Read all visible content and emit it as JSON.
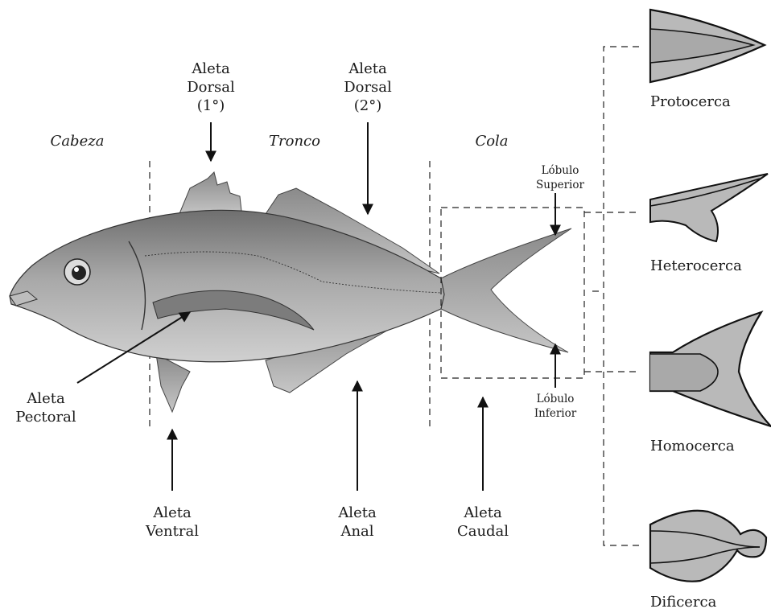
{
  "sections": {
    "head": "Cabeza",
    "trunk": "Tronco",
    "tail": "Cola"
  },
  "fins": {
    "dorsal1": "Aleta\nDorsal\n(1°)",
    "dorsal2": "Aleta\nDorsal\n(2°)",
    "pectoral": "Aleta\nPectoral",
    "ventral": "Aleta\nVentral",
    "anal": "Aleta\nAnal",
    "caudal": "Aleta\nCaudal"
  },
  "lobes": {
    "upper": "Lóbulo\nSuperior",
    "lower": "Lóbulo\nInferior"
  },
  "tail_types": [
    {
      "name": "Protocerca"
    },
    {
      "name": "Heterocerca"
    },
    {
      "name": "Homocerca"
    },
    {
      "name": "Dificerca"
    }
  ],
  "colors": {
    "fin_fill": "#b9b9b9",
    "fish_body": "#9a9a9a",
    "ink": "#111111"
  }
}
